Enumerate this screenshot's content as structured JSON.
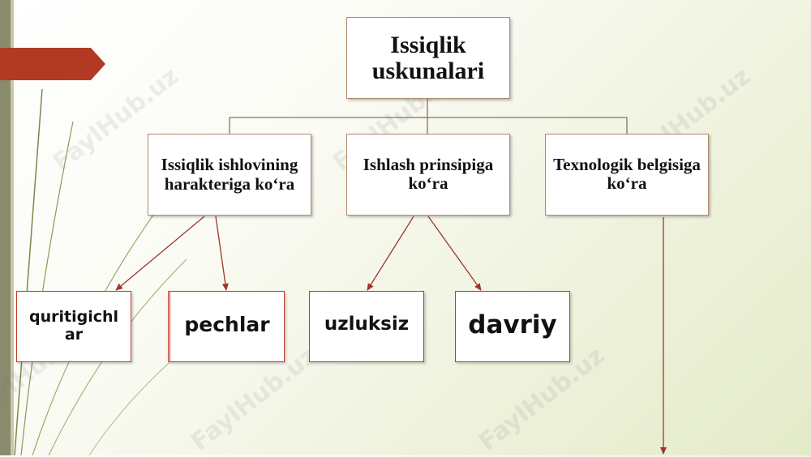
{
  "root": {
    "label": "Issiqlik uskunalari"
  },
  "categories": [
    {
      "label": "Issiqlik ishlovining harakteriga ko‘ra"
    },
    {
      "label": "Ishlash prinsipiga ko‘ra"
    },
    {
      "label": "Texnologik belgisiga ko‘ra"
    }
  ],
  "leaves": [
    {
      "label": "quritigichl ar"
    },
    {
      "label": "pechlar"
    },
    {
      "label": "uzluksiz"
    },
    {
      "label": "davriy"
    }
  ],
  "watermark": "FaylHub.uz",
  "colors": {
    "accent_red": "#c0392b",
    "arrow": "#a0352a",
    "connector": "#8a7060",
    "tab_red": "#b23a22"
  }
}
